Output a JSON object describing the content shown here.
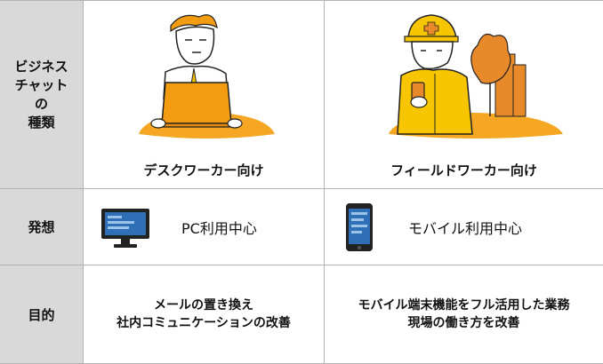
{
  "header_col": {
    "category_lines": [
      "ビジネス",
      "チャット",
      "の",
      "種類"
    ],
    "row_idea": "発想",
    "row_purpose": "目的"
  },
  "desk": {
    "caption": "デスクワーカー向け",
    "idea": "PC利用中心",
    "purpose_lines": [
      "メールの置き換え",
      "社内コミュニケーションの改善"
    ]
  },
  "field": {
    "caption": "フィールドワーカー向け",
    "idea": "モバイル利用中心",
    "purpose_lines": [
      "モバイル端末機能をフル活用した業務",
      "現場の働き方を改善"
    ]
  },
  "colors": {
    "header_bg": "#d9d9d9",
    "accent_orange": "#f5a623",
    "accent_yellow": "#f7c600",
    "tree": "#e8892a",
    "device_blue": "#2f6fb5"
  }
}
